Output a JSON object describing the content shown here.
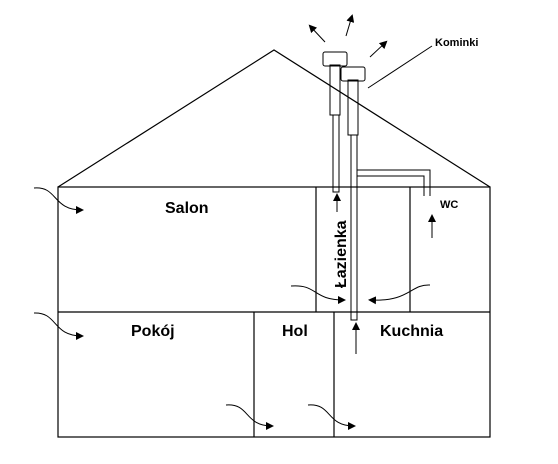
{
  "labels": {
    "salon": "Salon",
    "lazienka": "Łazienka",
    "wc": "WC",
    "pokoj": "Pokój",
    "hol": "Hol",
    "kuchnia": "Kuchnia",
    "kominki": "Kominki"
  }
}
